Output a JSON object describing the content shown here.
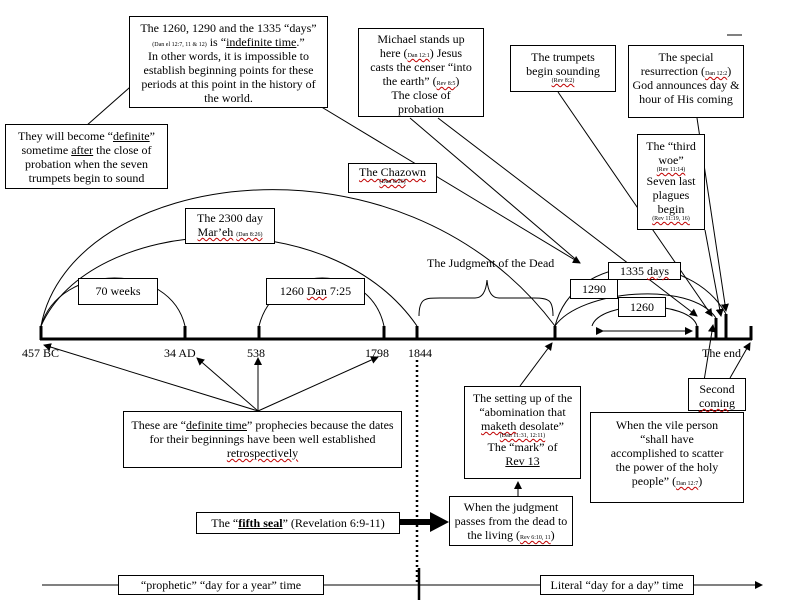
{
  "timeline": {
    "dates": [
      "457 BC",
      "34 AD",
      "538",
      "1798",
      "1844",
      "The end"
    ],
    "judgment_of_dead": "The Judgment of the Dead"
  },
  "period_boxes": {
    "weeks_70": "70 weeks",
    "dan_1260_a": "1260 ",
    "dan_1260_b": "Dan",
    "dan_1260_c": " 7:25",
    "p1335_a": "1335 ",
    "p1335_b": "days",
    "p1290": "1290",
    "p1260": "1260"
  },
  "top_left_box": {
    "l1_a": "The 1260, 1290 and the 1335 “days”",
    "l2_ref": "(Dan el 12:7, 11 & 12)",
    "l2_a": " is “",
    "l2_u": "indefinite time",
    "l2_b": ".”",
    "l3": "In other words, it is impossible to",
    "l4": "establish beginning points for these",
    "l5": "periods at this point in the history of",
    "l6": "the world."
  },
  "definite_box": {
    "l1_a": "They will become “",
    "l1_u": "definite",
    "l1_b": "”",
    "l2_a": "sometime ",
    "l2_u": "after",
    "l2_b": " the close of",
    "l3": "probation when the seven",
    "l4": "trumpets begin to sound"
  },
  "michael_box": {
    "l1": "Michael stands up",
    "l2_a": "here (",
    "l2_ref": "Dan 12:1",
    "l2_b": ") Jesus",
    "l3": "casts the censer “into",
    "l4_a": "the earth” (",
    "l4_ref": "Rev 8:5",
    "l4_b": ")",
    "l5": "The close of",
    "l6": "probation"
  },
  "trumpets_box": {
    "l1": "The trumpets",
    "l2": "begin sounding",
    "ref": "(Rev 8:2)"
  },
  "resurrection_box": {
    "l1": "The special",
    "l2_a": "resurrection (",
    "l2_ref": "Dan 12:2",
    "l2_b": ")",
    "l3": "God announces day &",
    "l4": "hour of His coming"
  },
  "third_woe_box": {
    "l1": "The “third",
    "l2": "woe”",
    "l3_ref": "(Rev 11:14)",
    "l4": "Seven last",
    "l5": "plagues",
    "l6": "begin",
    "l7_ref": "(Rev 11:19, 16)"
  },
  "chazown": {
    "l1": "The Chazown",
    "ref": "(Dan 8:26)"
  },
  "mareh": {
    "l1": "The 2300 day",
    "l2": "Mar’eh",
    "ref": "(Dan 8:26)"
  },
  "definite_time_box": {
    "l1_a": "These are “",
    "l1_u": "definite time",
    "l1_b": "” prophecies because the dates",
    "l2": "for their beginnings have been well established",
    "l3": "retrospectively"
  },
  "abomination_box": {
    "l1": "The setting up of the",
    "l2": "“abomination that",
    "l3_a": "maketh",
    "l3_b": " desolate”",
    "l4_ref": "(Dan 11:31, 12:11)",
    "l5": "The “mark” of",
    "l6": "Rev 13"
  },
  "second_coming_box": {
    "l1": "Second",
    "l2": "coming"
  },
  "vile_person_box": {
    "l1": "When the vile person",
    "l2": "“shall have",
    "l3": "accomplished to scatter",
    "l4": "the power of the holy",
    "l5_a": "people” (",
    "l5_ref": "Dan 12:7",
    "l5_b": ")"
  },
  "judgment_passes_box": {
    "l1": "When the judgment",
    "l2": "passes from the dead to",
    "l3_a": "the living (",
    "l3_ref": "Rev 6:10, 11",
    "l3_b": ")"
  },
  "fifth_seal_box": {
    "a": "The “",
    "b": "fifth seal",
    "c": "” (Revelation 6:9-11)"
  },
  "bottom": {
    "prophetic_a": "“prophetic” “day for a year” time",
    "literal": "Literal “day for a day” time"
  }
}
